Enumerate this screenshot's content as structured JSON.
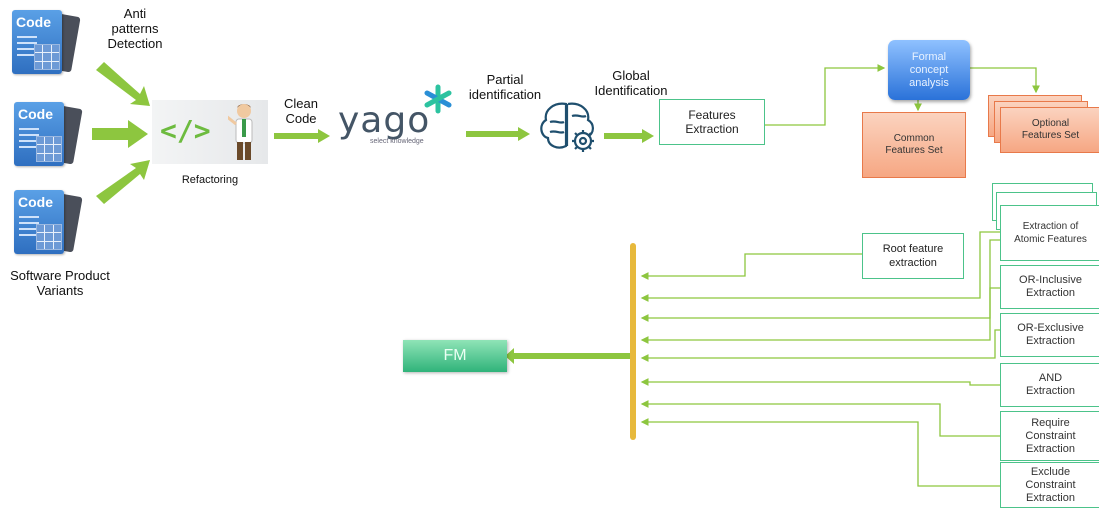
{
  "left": {
    "doc_label": "Code",
    "anti_patterns": "Anti\npatterns\nDetection",
    "variants": "Software Product\nVariants",
    "refactoring_label": "Refactoring",
    "refactoring_icon_text": "</>",
    "clean_code": "Clean\nCode"
  },
  "yago": {
    "logo": "yago",
    "tagline": "select knowledge"
  },
  "steps": {
    "partial": "Partial\nidentification",
    "global": "Global\nIdentification",
    "features_extraction": "Features\nExtraction",
    "fca": "Formal\nconcept\nanalysis",
    "common": "Common\nFeatures Set",
    "optional": "Optional\nFeatures Set"
  },
  "lower": {
    "root": "Root feature\nextraction",
    "fm": "FM",
    "items": [
      "Extraction of\nAtomic Features",
      "OR-Inclusive\nExtraction",
      "OR-Exclusive\nExtraction",
      "AND\nExtraction",
      "Require\nConstraint\nExtraction",
      "Exclude\nConstraint\nExtraction"
    ]
  },
  "colors": {
    "arrow": "#8dc63f",
    "green_box": "#4cc38a",
    "orange": "#f6a783",
    "blue": "#2a72d9",
    "bar": "#e7b93c"
  }
}
